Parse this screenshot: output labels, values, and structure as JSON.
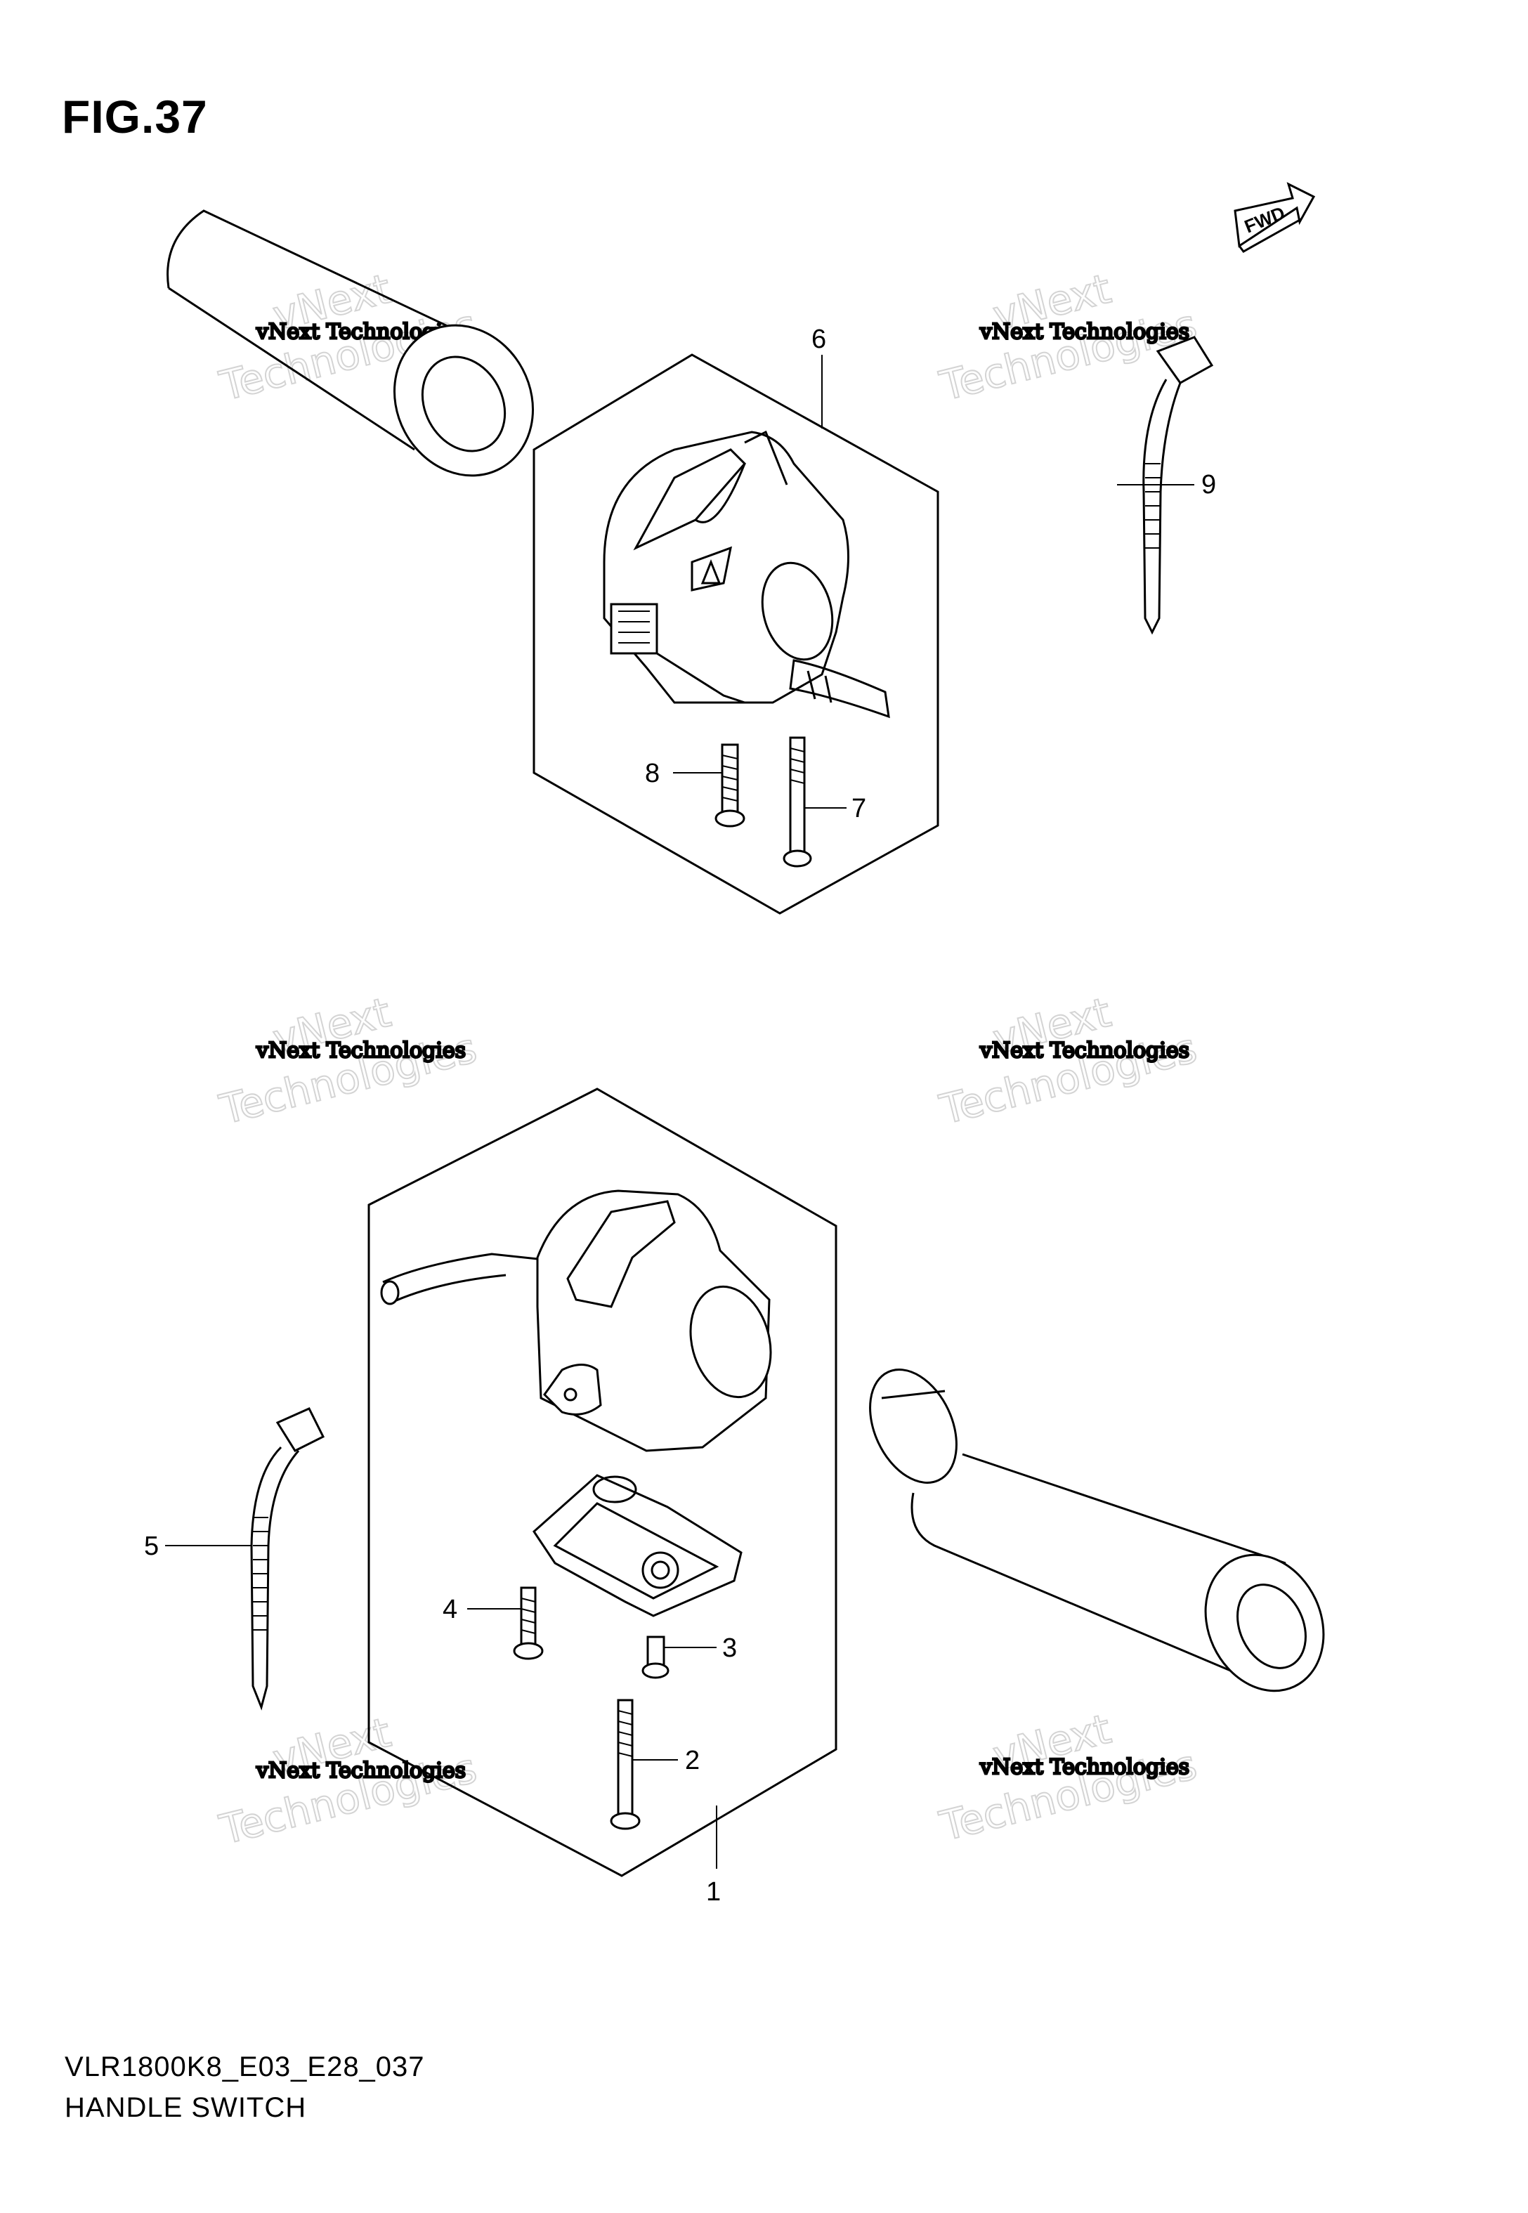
{
  "header": {
    "figure_label": "FIG.37"
  },
  "fwd_badge": {
    "label": "FWD"
  },
  "parts": [
    {
      "number": "1"
    },
    {
      "number": "2"
    },
    {
      "number": "3"
    },
    {
      "number": "4"
    },
    {
      "number": "5"
    },
    {
      "number": "6"
    },
    {
      "number": "7"
    },
    {
      "number": "8"
    },
    {
      "number": "9"
    }
  ],
  "watermark": {
    "line1": "vNext Technologies",
    "line2_a": "vNext",
    "line2_b": "Technologies"
  },
  "footer": {
    "model_code": "VLR1800K8_E03_E28_037",
    "section_name": "HANDLE SWITCH"
  }
}
